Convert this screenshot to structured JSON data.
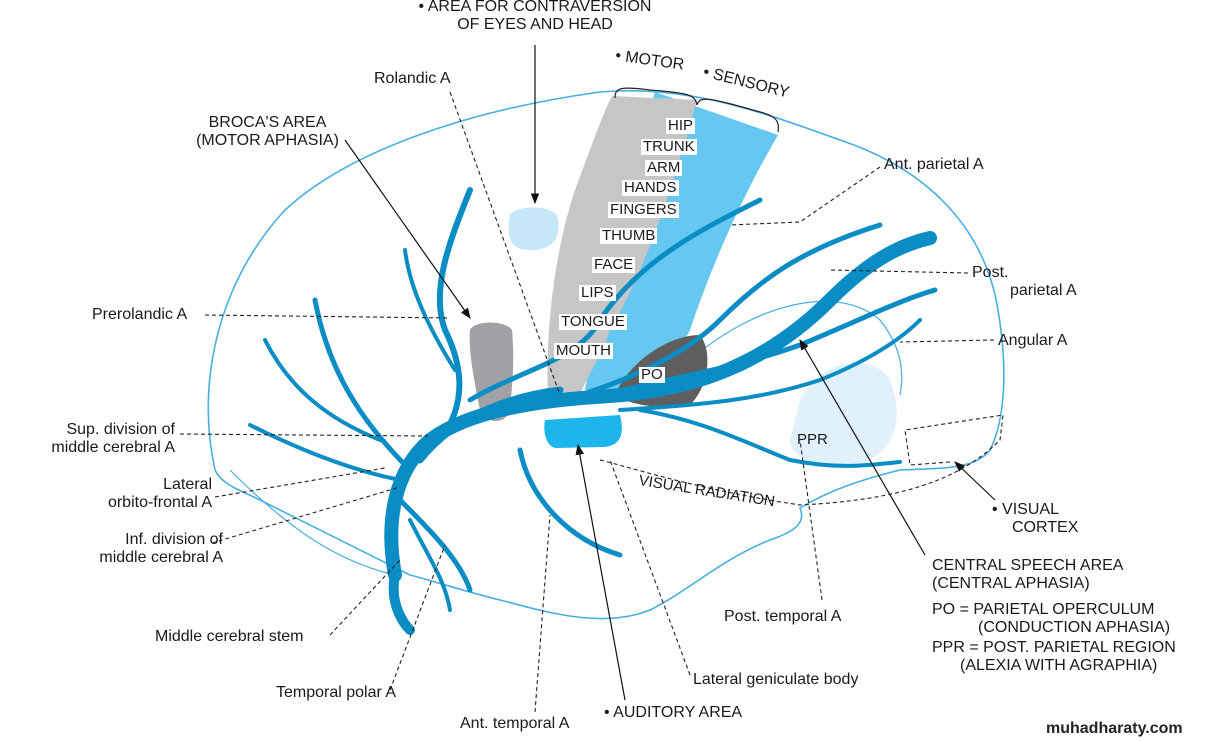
{
  "title_top": [
    "• AREA FOR CONTRAVERSION",
    "OF EYES AND HEAD"
  ],
  "brackets": {
    "motor": "• MOTOR",
    "sensory": "• SENSORY"
  },
  "body_parts": [
    "HIP",
    "TRUNK",
    "ARM",
    "HANDS",
    "FINGERS",
    "THUMB",
    "FACE",
    "LIPS",
    "TONGUE",
    "MOUTH"
  ],
  "regions": {
    "po": "PO",
    "ppr": "PPR",
    "visual_radiation": "VISUAL RADIATION"
  },
  "labels_left": {
    "rolandic": "Rolandic A",
    "broca": [
      "BROCA'S AREA",
      "(MOTOR APHASIA)"
    ],
    "prerolandic": "Prerolandic A",
    "sup_division": [
      "Sup. division of",
      "middle cerebral A"
    ],
    "lateral_orbito": [
      "Lateral",
      "orbito-frontal A"
    ],
    "inf_division": [
      "Inf. division of",
      "middle cerebral A"
    ],
    "mc_stem": "Middle cerebral stem",
    "temporal_polar": "Temporal polar A",
    "ant_temporal": "Ant. temporal A"
  },
  "labels_right": {
    "ant_parietal": "Ant. parietal A",
    "post_parietal": [
      "Post.",
      "parietal A"
    ],
    "angular": "Angular A",
    "visual_cortex": [
      "• VISUAL",
      "CORTEX"
    ],
    "central_speech": [
      "CENTRAL SPEECH AREA",
      "(CENTRAL APHASIA)"
    ],
    "po_def": [
      "PO = PARIETAL OPERCULUM",
      "(CONDUCTION APHASIA)"
    ],
    "ppr_def": [
      "PPR = POST. PARIETAL REGION",
      "(ALEXIA WITH AGRAPHIA)"
    ],
    "post_temporal": "Post. temporal A",
    "lateral_geniculate": "Lateral geniculate body",
    "auditory": "• AUDITORY AREA"
  },
  "watermark": "muhadharaty.com",
  "colors": {
    "artery": "#0a8cc4",
    "outline": "#49aee0",
    "sensory": "#66c7f0",
    "motor": "#c6c6c6",
    "broca": "#a2a2a6",
    "po": "#5e5e5e",
    "ppr": "#e0f1fb",
    "contraversion": "#c6e7f8",
    "auditory": "#1cb5ec"
  }
}
